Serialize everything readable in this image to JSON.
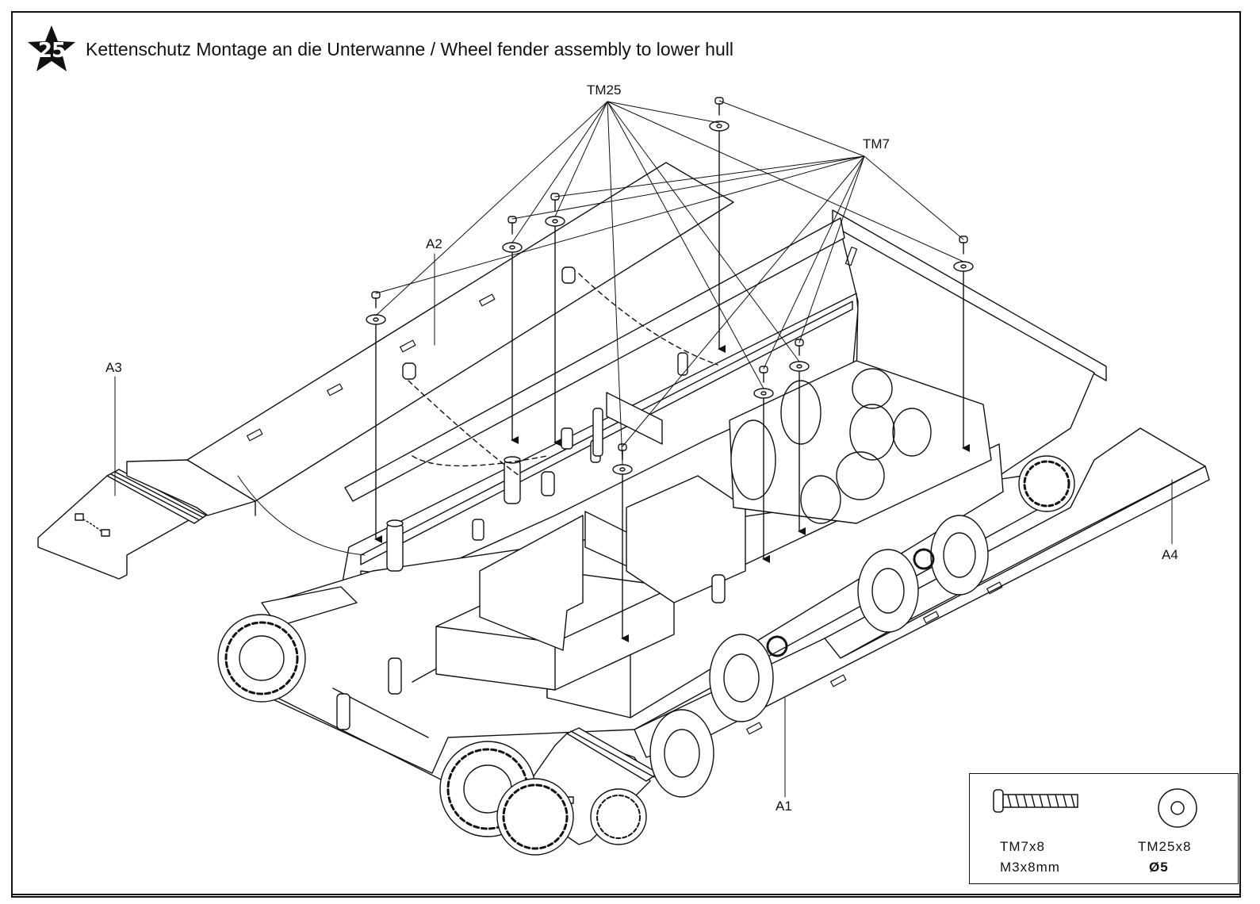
{
  "step": {
    "number": "25",
    "title": "Kettenschutz Montage an die Unterwanne / Wheel fender assembly to lower hull"
  },
  "callouts": {
    "tm25": "TM25",
    "tm7": "TM7",
    "a1": "A1",
    "a2": "A2",
    "a3": "A3",
    "a4": "A4"
  },
  "legend": {
    "screw": {
      "code": "TM7x8",
      "size": "M3x8mm",
      "icon": "screw-icon"
    },
    "washer": {
      "code": "TM25x8",
      "size": "Ø5",
      "icon": "washer-icon"
    }
  },
  "colors": {
    "ink": "#111111",
    "paper": "#ffffff"
  }
}
